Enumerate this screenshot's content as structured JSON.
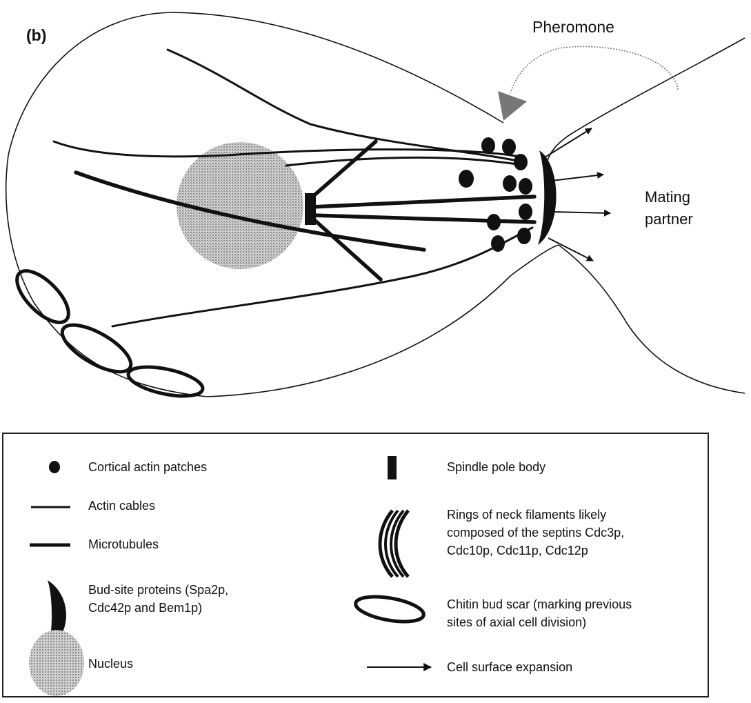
{
  "panel_label": "(b)",
  "labels": {
    "pheromone": "Pheromone",
    "mating_partner_line1": "Mating",
    "mating_partner_line2": "partner"
  },
  "legend": {
    "cortical_actin_patches": "Cortical actin patches",
    "actin_cables": "Actin cables",
    "microtubules": "Microtubules",
    "bud_site_line1": "Bud-site proteins (Spa2p,",
    "bud_site_line2": "Cdc42p and Bem1p)",
    "nucleus": "Nucleus",
    "spindle_pole_body": "Spindle pole body",
    "rings_line1": "Rings of neck filaments likely",
    "rings_line2": "composed of the septins Cdc3p,",
    "rings_line3": "Cdc10p, Cdc11p, Cdc12p",
    "chitin_line1": "Chitin bud scar (marking previous",
    "chitin_line2": "sites of axial cell division)",
    "cell_surface_expansion": "Cell surface expansion"
  },
  "colors": {
    "ink": "#111111",
    "nucleus_fill": "#b8b8b8",
    "pheromone_arrow": "#777777"
  }
}
